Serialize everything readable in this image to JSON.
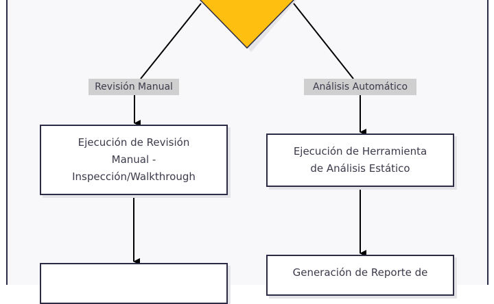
{
  "diagram": {
    "decision_node": {
      "label": "",
      "color": "#ffbf10"
    },
    "edges": [
      {
        "label": "Revisión Manual"
      },
      {
        "label": "Análisis Automático"
      }
    ],
    "nodes": {
      "manual_exec": "Ejecución de Revisión\nManual -\nInspección/Walkthrough",
      "static_exec": "Ejecución de Herramienta\nde Análisis Estático",
      "manual_next": "",
      "report": "Generación de Reporte de"
    }
  }
}
